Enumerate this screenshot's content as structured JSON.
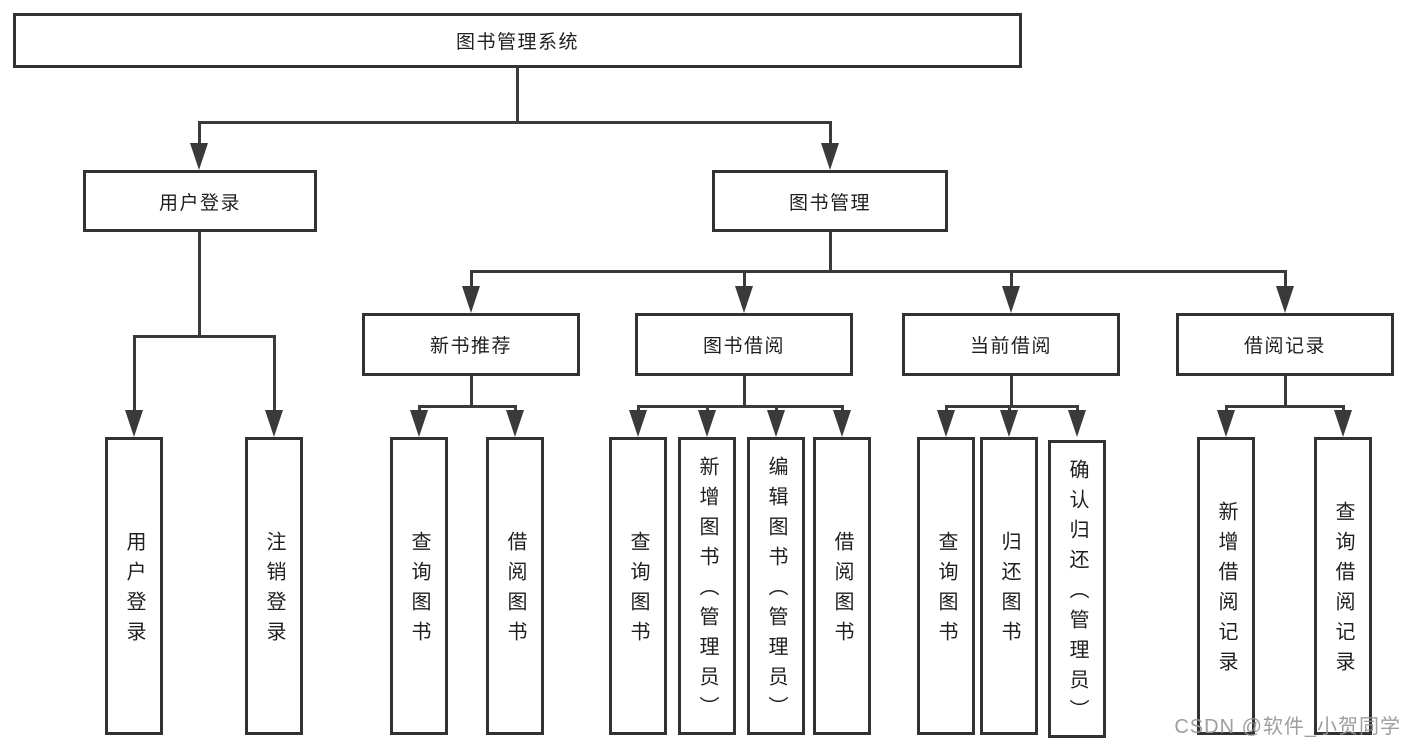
{
  "diagram": {
    "root": {
      "label": "图书管理系统"
    },
    "level2": [
      {
        "label": "用户登录"
      },
      {
        "label": "图书管理"
      }
    ],
    "level3": [
      {
        "label": "新书推荐"
      },
      {
        "label": "图书借阅"
      },
      {
        "label": "当前借阅"
      },
      {
        "label": "借阅记录"
      }
    ],
    "leaves": {
      "user_login": [
        {
          "label": "用户登录"
        },
        {
          "label": "注销登录"
        }
      ],
      "new_book_recommend": [
        {
          "label": "查询图书"
        },
        {
          "label": "借阅图书"
        }
      ],
      "book_borrow": [
        {
          "label": "查询图书"
        },
        {
          "label": "新增图书（管理员）"
        },
        {
          "label": "编辑图书（管理员）"
        },
        {
          "label": "借阅图书"
        }
      ],
      "current_borrow": [
        {
          "label": "查询图书"
        },
        {
          "label": "归还图书"
        },
        {
          "label": "确认归还（管理员）"
        }
      ],
      "borrow_record": [
        {
          "label": "新增借阅记录"
        },
        {
          "label": "查询借阅记录"
        }
      ]
    },
    "watermark": {
      "text": "CSDN @软件_小贺同学"
    },
    "colors": {
      "line": "#3a3a3a",
      "border": "#323232",
      "text": "#1f1f1f",
      "watermark": "#969696",
      "background": "#ffffff"
    }
  }
}
